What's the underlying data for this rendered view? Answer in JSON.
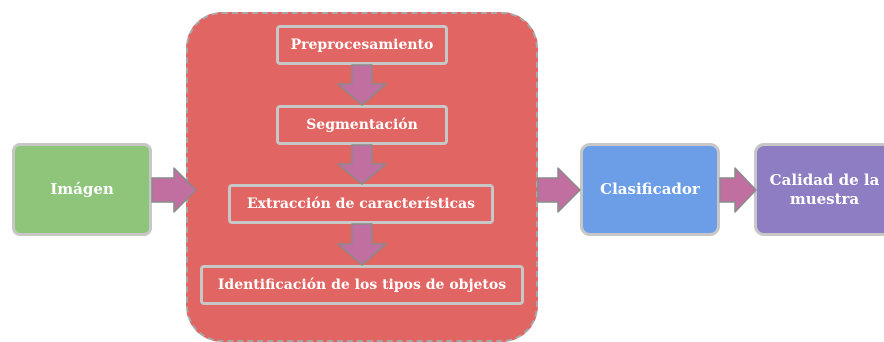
{
  "colors": {
    "input": "#8fc47b",
    "process": "#e06563",
    "classifier": "#6c9ee8",
    "output": "#8e7dc2",
    "arrow": "#c06fa0",
    "border": "#c7c7c7"
  },
  "nodes": {
    "input": "Imágen",
    "steps": [
      "Preprocesamiento",
      "Segmentación",
      "Extracción de características",
      "Identificación de los tipos de objetos"
    ],
    "classifier": "Clasificador",
    "output": "Calidad de la muestra"
  },
  "edges": [
    [
      "Imágen",
      "process-block"
    ],
    [
      "Preprocesamiento",
      "Segmentación"
    ],
    [
      "Segmentación",
      "Extracción de características"
    ],
    [
      "Extracción de características",
      "Identificación de los tipos de objetos"
    ],
    [
      "process-block",
      "Clasificador"
    ],
    [
      "Clasificador",
      "Calidad de la muestra"
    ]
  ]
}
